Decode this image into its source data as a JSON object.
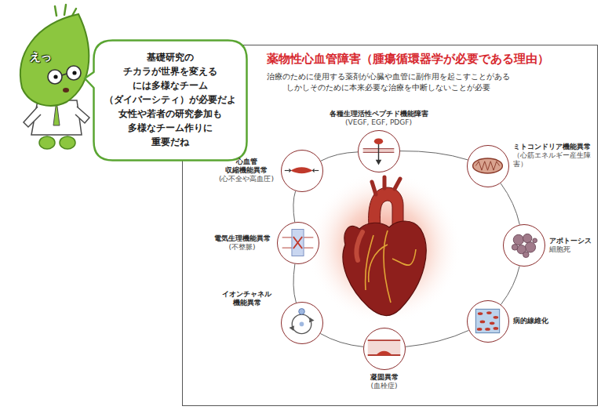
{
  "diagram": {
    "title": "薬物性心血管障害（腫瘍循環器学が必要である理由）",
    "nodes": [
      {
        "text": [
          "基礎研究の チカラが世界を変える には多様なチーム （ダイバーシティ）が必要だよ 女性や若者の研究参加も 多様なチーム作りに 重要だね"
        ]
      },
      {
        "text": [
          "各種生理活性ペプチド機能障害",
          "(VEGF, EGF, PDGF)"
        ]
      },
      {
        "text": [
          "ミトコンドリア機能異常",
          "（心筋エネルギー産生障害）"
        ]
      },
      {
        "text": [
          "アポトーシス",
          "細胞死"
        ]
      },
      {
        "text": [
          "病的線維化"
        ]
      },
      {
        "text": [
          "凝固異常",
          "(血栓症)"
        ]
      },
      {
        "text": [
          "イオンチャネル 機能異常"
        ]
      },
      {
        "text": [
          "電気生理機能異常",
          "(不整脈)"
        ]
      },
      {
        "text": [
          "心血管 収縮機能異常",
          "(心不全や高血圧)"
        ]
      }
    ],
    "edges": [
      {
        "from": 1,
        "to": 2,
        "arrow": "none"
      },
      {
        "from": 2,
        "to": 3,
        "arrow": "none"
      },
      {
        "from": 3,
        "to": 4,
        "arrow": "none"
      },
      {
        "from": 4,
        "to": 5,
        "arrow": "none"
      },
      {
        "from": 5,
        "to": 6,
        "arrow": "none"
      },
      {
        "from": 6,
        "to": 7,
        "arrow": "none"
      },
      {
        "from": 7,
        "to": 8,
        "arrow": "none"
      },
      {
        "from": 8,
        "to": 1,
        "arrow": "none"
      }
    ],
    "labels": [
      "治療のために使用する薬剤が心臓や血管に副作用を起こすことがある",
      "しかしそのために本来必要な治療を中断しないことが必要",
      "えっ"
    ]
  }
}
